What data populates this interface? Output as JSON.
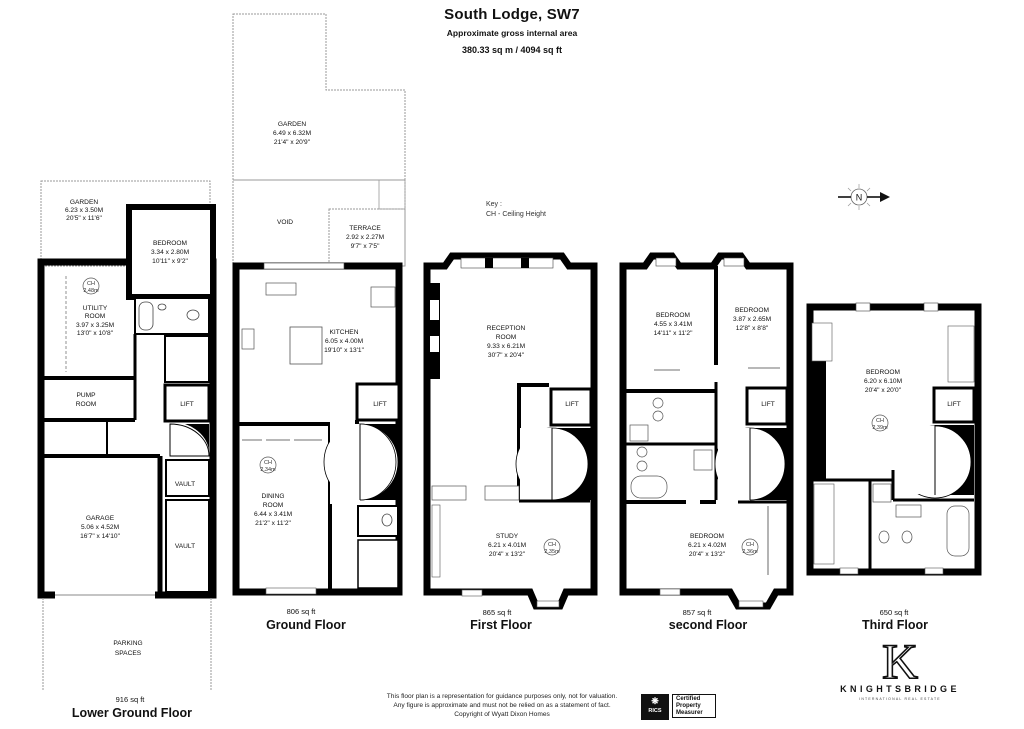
{
  "header": {
    "title": "South Lodge, SW7",
    "subtitle": "Approximate gross internal area",
    "total_area": "380.33 sq m /  4094 sq ft"
  },
  "key": {
    "title": "Key :",
    "entry": "CH - Ceiling Height"
  },
  "compass": {
    "label": "N",
    "icon": "north-arrow-icon"
  },
  "floors": [
    {
      "name": "Lower Ground Floor",
      "area": "916 sq ft",
      "rooms": [
        {
          "name": "GARDEN",
          "metric": "6.23 x 3.50M",
          "imperial": "20'5\" x 11'6\""
        },
        {
          "name": "BEDROOM",
          "metric": "3.34 x 2.80M",
          "imperial": "10'11\" x 9'2\""
        },
        {
          "name": "UTILITY",
          "name2": "ROOM",
          "metric": "3.97 x 3.25M",
          "imperial": "13'0\" x 10'8\"",
          "ceiling": "2.48m"
        },
        {
          "name": "PUMP",
          "name2": "ROOM"
        },
        {
          "name": "LIFT"
        },
        {
          "name": "VAULT"
        },
        {
          "name": "GARAGE",
          "metric": "5.06 x 4.52M",
          "imperial": "16'7\" x 14'10\""
        },
        {
          "name": "VAULT"
        },
        {
          "name": "PARKING",
          "name2": "SPACES"
        }
      ]
    },
    {
      "name": "Ground Floor",
      "area": "806 sq ft",
      "rooms": [
        {
          "name": "GARDEN",
          "metric": "6.49 x 6.32M",
          "imperial": "21'4\" x 20'9\""
        },
        {
          "name": "VOID"
        },
        {
          "name": "TERRACE",
          "metric": "2.92 x 2.27M",
          "imperial": "9'7\" x 7'5\""
        },
        {
          "name": "KITCHEN",
          "metric": "6.05 x 4.00M",
          "imperial": "19'10\" x 13'1\""
        },
        {
          "name": "LIFT"
        },
        {
          "name": "DINING",
          "name2": "ROOM",
          "metric": "6.44 x 3.41M",
          "imperial": "21'2\" x 11'2\"",
          "ceiling": "2.34m"
        }
      ]
    },
    {
      "name": "First Floor",
      "area": "865 sq ft",
      "rooms": [
        {
          "name": "RECEPTION",
          "name2": "ROOM",
          "metric": "9.33 x 6.21M",
          "imperial": "30'7\" x 20'4\""
        },
        {
          "name": "LIFT"
        },
        {
          "name": "STUDY",
          "metric": "6.21 x 4.01M",
          "imperial": "20'4\" x 13'2\"",
          "ceiling": "2.35m"
        }
      ]
    },
    {
      "name": "second Floor",
      "area": "857 sq ft",
      "rooms": [
        {
          "name": "BEDROOM",
          "metric": "4.55 x 3.41M",
          "imperial": "14'11\" x 11'2\""
        },
        {
          "name": "BEDROOM",
          "metric": "3.87 x 2.65M",
          "imperial": "12'8\" x 8'8\""
        },
        {
          "name": "LIFT"
        },
        {
          "name": "BEDROOM",
          "metric": "6.21 x 4.02M",
          "imperial": "20'4\" x 13'2\"",
          "ceiling": "2.36m"
        }
      ]
    },
    {
      "name": "Third Floor",
      "area": "650 sq ft",
      "rooms": [
        {
          "name": "BEDROOM",
          "metric": "6.20 x 6.10M",
          "imperial": "20'4\" x 20'0\"",
          "ceiling": "2.39m"
        },
        {
          "name": "LIFT"
        }
      ]
    }
  ],
  "ceiling_prefix": "CH",
  "footer": {
    "disclaimer_line1": "This floor plan is a representation for guidance purposes only, not for valuation.",
    "disclaimer_line2": "Any figure is approximate and must not be relied on as a statement of fact.",
    "disclaimer_line3": "Copyright of Wyatt Dixon Homes",
    "rics_label": "RICS",
    "cpm_line1": "Certified",
    "cpm_line2": "Property",
    "cpm_line3": "Measurer"
  },
  "brand": {
    "monogram": "K",
    "name": "KNIGHTSBRIDGE",
    "tagline": "INTERNATIONAL REAL ESTATE"
  }
}
